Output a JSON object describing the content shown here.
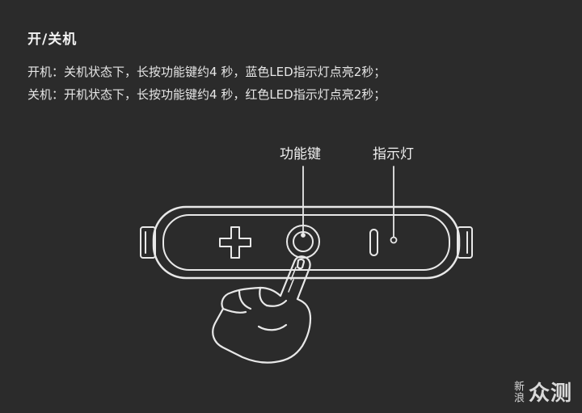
{
  "heading": "开/关机",
  "instructions": {
    "power_on": "开机：关机状态下，长按功能键约4 秒，蓝色LED指示灯点亮2秒；",
    "power_off": "关机：开机状态下，长按功能键约4 秒，红色LED指示灯点亮2秒；"
  },
  "labels": {
    "function_key": "功能键",
    "indicator_light": "指示灯"
  },
  "device": {
    "buttons": [
      "plus-icon",
      "function-key-button",
      "minus-icon"
    ],
    "indicator": "indicator-led"
  },
  "watermark": {
    "small": "新浪",
    "big": "众测"
  },
  "colors": {
    "background": "#2b2b2b",
    "line": "#e8e8e8"
  }
}
